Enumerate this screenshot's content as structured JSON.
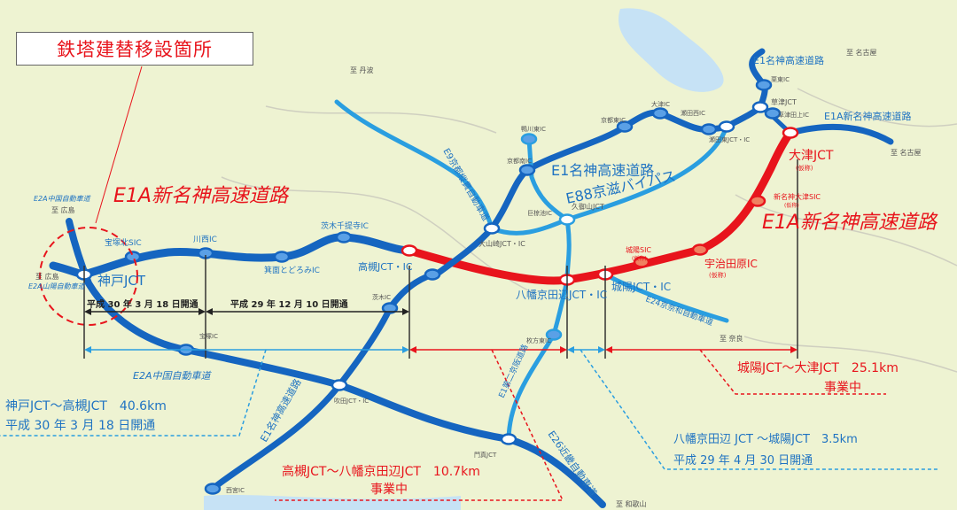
{
  "title": "鉄塔建替移設箇所",
  "colors": {
    "existing": "#1565c0",
    "light": "#2a9ee0",
    "planned": "#e8141c",
    "label_blue": "#1f73c2",
    "background": "#eef3d2"
  },
  "road_names": {
    "e1a_west": "E1A新名神高速道路",
    "e1a_east": "E1A新名神高速道路",
    "e1a_ne": "E1A新名神高速道路",
    "e1_meishin_main": "E1名神高速道路",
    "e1_meishin_ne": "E1名神高速道路",
    "e1_meishin_sw": "E1名神高速道路",
    "e88": "E88京滋バイパス",
    "e9": "E9京都縦貫自動車道",
    "e2a_chugoku_top": "E2A中国自動車道",
    "e2a_sanyo": "E2A山陽自動車道",
    "e2a_chugoku": "E2A中国自動車道",
    "e24": "E24京奈和自動車道",
    "e1_daini_keihan": "E1第二京阪道路",
    "e26": "E26近畿自動車道"
  },
  "destinations": {
    "tanba": "至 丹波",
    "hiroshima_top": "至 広島",
    "hiroshima_left": "至 広島",
    "nagoya_top": "至 名古屋",
    "nagoya_right": "至 名古屋",
    "nara": "至 奈良",
    "wakayama": "至 和歌山"
  },
  "interchanges": {
    "kobe_jct": "神戸JCT",
    "takarazuka_kita": "宝塚北SIC",
    "kawanishi": "川西IC",
    "mino": "箕面とどろみIC",
    "ibaraki_sentei": "茨木千提寺IC",
    "takatsuki": "高槻JCT・IC",
    "yawata": "八幡京田辺JCT・IC",
    "joyo_jct": "城陽JCT・IC",
    "joyo_sic": "城陽SIC",
    "joyo_sic_note": "(仮称)",
    "ujitawara": "宇治田原IC",
    "ujitawara_note": "(仮称)",
    "otsu_sic": "新名神大津SIC",
    "otsu_sic_note": "(仮称)",
    "otsu_jct": "大津JCT",
    "otsu_jct_note": "(仮称)",
    "takarazuka": "宝塚IC",
    "suita": "吹田JCT・IC",
    "ibaraki": "茨木IC",
    "nishinomiya": "西宮IC",
    "kadoma": "門真JCT",
    "hirakata": "枚方東IC",
    "oyamazaki": "大山崎JCT・IC",
    "kumiyama": "久御山JCT",
    "kumiyama_yodo": "巨椋池IC",
    "kyoto_minami": "京都南IC",
    "kyoto_higashi": "京都東IC",
    "otsu_ic": "大津IC",
    "seta_nishi": "瀬田西IC",
    "seta_higashi": "瀬田東JCT・IC",
    "kusatsu": "草津JCT",
    "kusatsu_tanakami": "草津田上IC",
    "ritto": "栗東IC",
    "kamogawa": "鴨川東IC"
  },
  "sections": {
    "opened_2018": "平成 30 年 3 月 18 日開通",
    "opened_2017": "平成 29 年 12 月 10 日開通",
    "kobe_takatsuki": {
      "line1": "神戸JCT～高槻JCT　40.6km",
      "line2": "平成 30 年 3 月 18 日開通"
    },
    "takatsuki_yawata": {
      "line1": "高槻JCT～八幡京田辺JCT　10.7km",
      "line2": "事業中"
    },
    "yawata_joyo": {
      "line1": "八幡京田辺 JCT ～城陽JCT　3.5km",
      "line2": "平成 29 年 4 月 30 日開通"
    },
    "joyo_otsu": {
      "line1": "城陽JCT～大津JCT　25.1km",
      "line2": "事業中"
    }
  }
}
